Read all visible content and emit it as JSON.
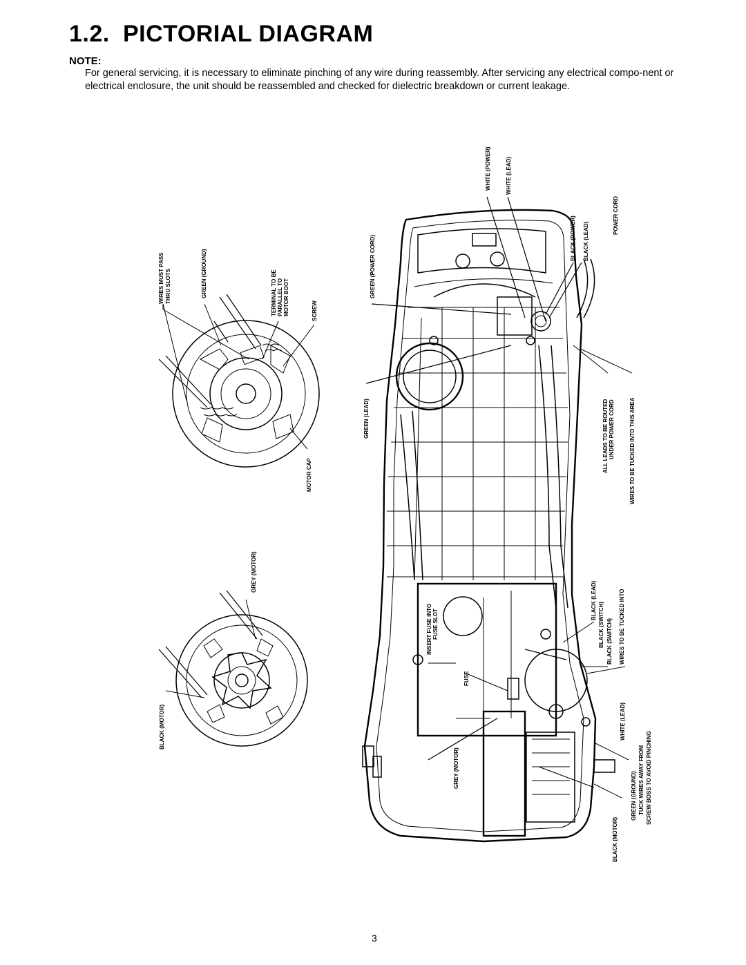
{
  "heading": {
    "number": "1.2.",
    "title": "PICTORIAL DIAGRAM"
  },
  "note": {
    "label": "NOTE:",
    "text": "For general servicing, it is necessary to eliminate pinching of any wire during reassembly. After servicing any electrical compo-nent or electrical enclosure, the unit should be reassembled and checked for dielectric breakdown or current leakage."
  },
  "labels": {
    "wires_must_pass_1": "WIRES MUST PASS",
    "wires_must_pass_2": "THRU SLOTS",
    "green_ground_top": "GREEN (GROUND)",
    "terminal_1": "TERMINAL TO BE",
    "terminal_2": "PARALLEL TO",
    "terminal_3": "MOTOR BOOT",
    "screw": "SCREW",
    "motor_cap": "MOTOR CAP",
    "grey_motor_left": "GREY (MOTOR)",
    "black_motor_left": "BLACK (MOTOR)",
    "green_power_cord": "GREEN (POWER CORD)",
    "green_lead": "GREEN (LEAD)",
    "white_power": "WHITE (POWER)",
    "white_lead_top": "WHITE (LEAD)",
    "black_power": "BLACK (POWER)",
    "black_lead_top": "BLACK (LEAD)",
    "power_cord": "POWER CORD",
    "all_leads_1": "ALL LEADS TO BE ROUTED",
    "all_leads_2": "UNDER POWER CORD",
    "wires_tucked_area": "WIRES TO BE TUCKED INTO THIS AREA",
    "insert_fuse_1": "INSERT FUSE INTO",
    "insert_fuse_2": "FUSE SLOT",
    "fuse": "FUSE",
    "grey_motor_center": "GREY (MOTOR)",
    "black_lead_mid": "BLACK (LEAD)",
    "black_switch_1": "BLACK (SWITCH)",
    "black_switch_2": "BLACK (SWITCH)",
    "wires_tucked_into": "WIRES TO BE TUCKED INTO",
    "white_lead_bottom": "WHITE (LEAD)",
    "black_motor_bottom": "BLACK (MOTOR)",
    "green_ground_bottom": "GREEN (GROUND)",
    "tuck_wires": "TUCK WIRES AWAY FROM",
    "screw_boss": "SCREW BOSS TO AVOID PINCHING"
  },
  "page_number": "3"
}
